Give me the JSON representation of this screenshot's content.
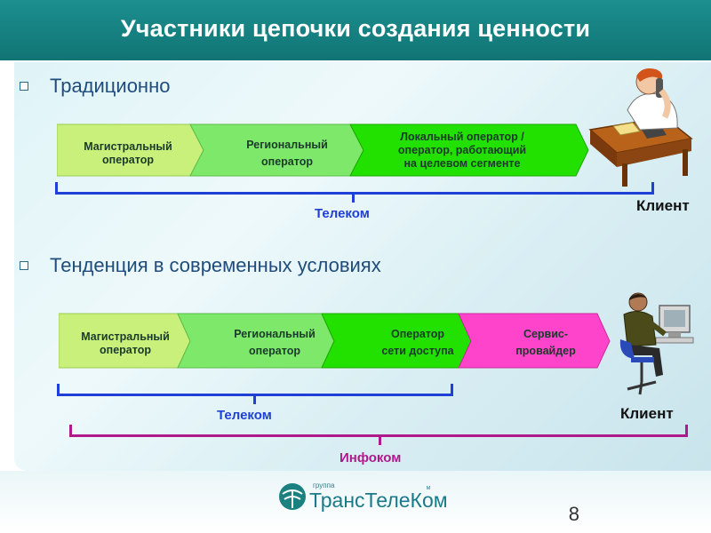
{
  "title": "Участники цепочки создания ценности",
  "sections": [
    {
      "label": "Традиционно"
    },
    {
      "label": "Тенденция в современных условиях"
    }
  ],
  "traditional": {
    "stages": [
      {
        "l1": "Магистральный",
        "l2": "оператор",
        "l3": ""
      },
      {
        "l1": "Региональный",
        "l2": "оператор",
        "l3": ""
      },
      {
        "l1": "Локальный оператор /",
        "l2": "оператор, работающий",
        "l3": "на целевом сегменте"
      }
    ],
    "group_label": "Телеком",
    "client_label": "Клиент"
  },
  "modern": {
    "stages": [
      {
        "l1": "Магистральный",
        "l2": "оператор"
      },
      {
        "l1": "Региональный",
        "l2": "оператор"
      },
      {
        "l1": "Оператор",
        "l2": "сети доступа"
      },
      {
        "l1": "Сервис-",
        "l2": "провайдер"
      }
    ],
    "group_label_1": "Телеком",
    "group_label_2": "Инфоком",
    "client_label": "Клиент"
  },
  "logo": {
    "small": "группа",
    "name": "ТрансТелеКом"
  },
  "page_number": "8",
  "colors": {
    "stage_green_light": "#c8f07a",
    "stage_green_mid": "#7ee86a",
    "stage_green_bright": "#22e000",
    "stage_magenta": "#ff44cc",
    "telecom_blue": "#1f3fd6",
    "infocom_purple": "#b0198a"
  }
}
